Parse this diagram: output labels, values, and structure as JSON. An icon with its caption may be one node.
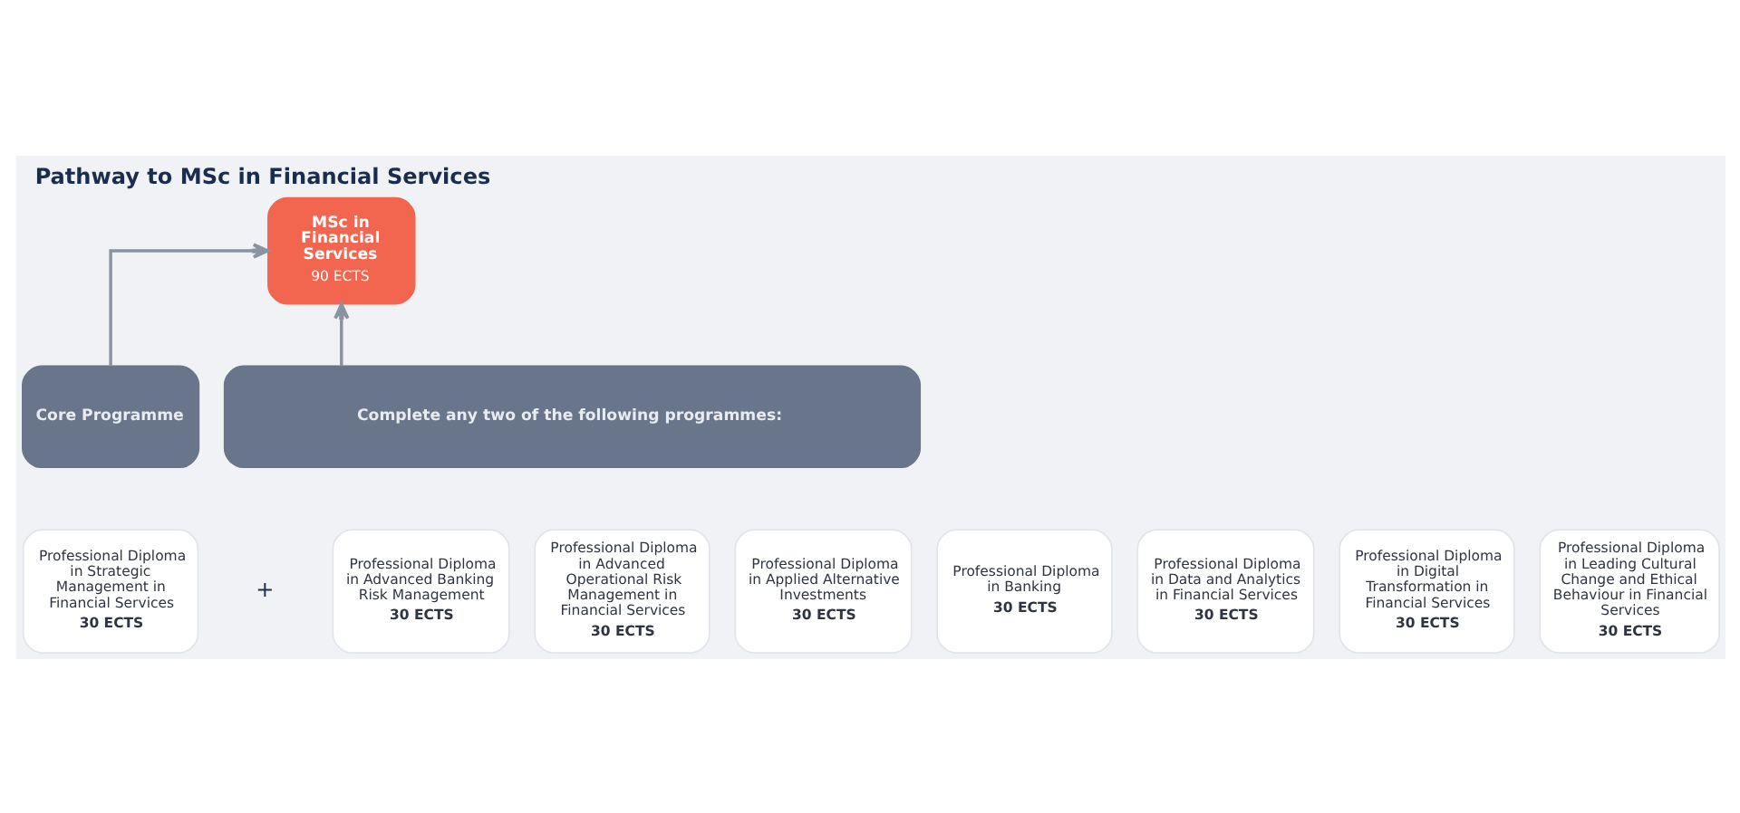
{
  "diagram": {
    "title": "Pathway to MSc in Financial Services",
    "nodes": [
      {
        "text": [
          "MSc in Financial Services",
          "90 ECTS"
        ]
      },
      {
        "text": [
          "Core Programme"
        ]
      },
      {
        "text": [
          "Professional Diploma in Strategic Management in Financial Services",
          "30 ECTS"
        ]
      },
      {
        "text": [
          "Complete any two of the following programmes:"
        ]
      },
      {
        "text": [
          "Professional Diploma in Advanced Banking Risk Management",
          "30 ECTS"
        ]
      },
      {
        "text": [
          "Professional Diploma in Advanced Operational Risk Management in Financial Services",
          "30 ECTS"
        ]
      },
      {
        "text": [
          "Professional Diploma in Applied Alternative Investments",
          "30 ECTS"
        ]
      },
      {
        "text": [
          "Professional Diploma in Banking",
          "30 ECTS"
        ]
      },
      {
        "text": [
          "Professional Diploma in Data and Analytics in Financial Services",
          "30 ECTS"
        ]
      },
      {
        "text": [
          "Professional Diploma in Digital Transformation in Financial Services",
          "30 ECTS"
        ]
      },
      {
        "text": [
          "Professional Diploma in Leading Cultural Change and Ethical Behaviour in Financial Services",
          "30 ECTS"
        ]
      }
    ],
    "edges": [
      {
        "from": 1,
        "to": 0,
        "arrow": "to"
      },
      {
        "from": 3,
        "to": 0,
        "arrow": "to"
      }
    ],
    "labels": [
      "+"
    ]
  }
}
